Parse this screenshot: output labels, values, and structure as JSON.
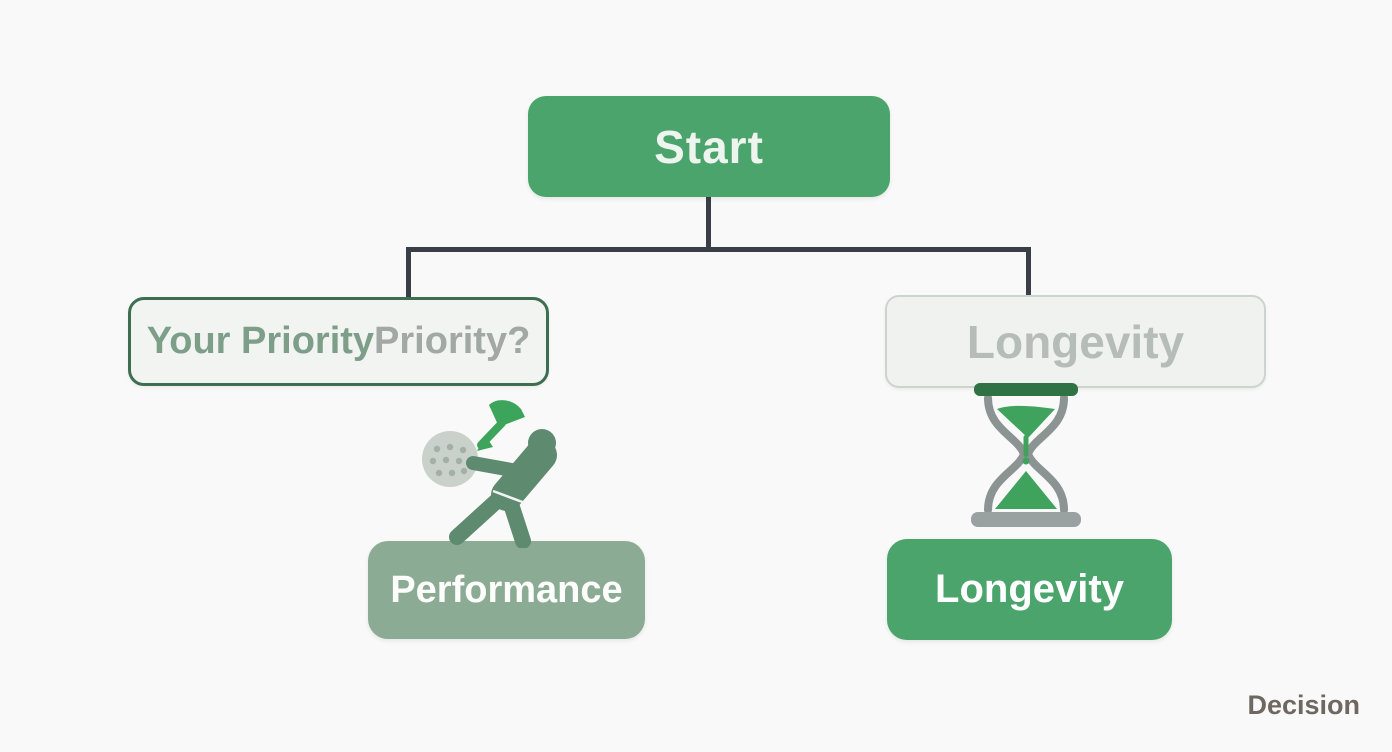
{
  "diagram": {
    "type": "decision-flowchart",
    "footer_label": "Decision",
    "colors": {
      "background": "#f8f9f8",
      "primary_green": "#4ba46c",
      "muted_green": "#8cab94",
      "dark_green_border": "#3e6e51",
      "connector": "#3a3e46",
      "sand_green": "#3fa35d",
      "glass_gray": "#8b9393"
    },
    "nodes": {
      "start": {
        "label": "Start"
      },
      "question": {
        "label_green": "Your Priority ",
        "label_gray": "Priority?"
      },
      "branch_longevity": {
        "label": "Longevity"
      },
      "leaf_performance": {
        "label": "Performance"
      },
      "leaf_longevity": {
        "label": "Longevity"
      }
    },
    "icons": {
      "golfer": "golfer-icon",
      "hourglass": "hourglass-icon"
    }
  }
}
